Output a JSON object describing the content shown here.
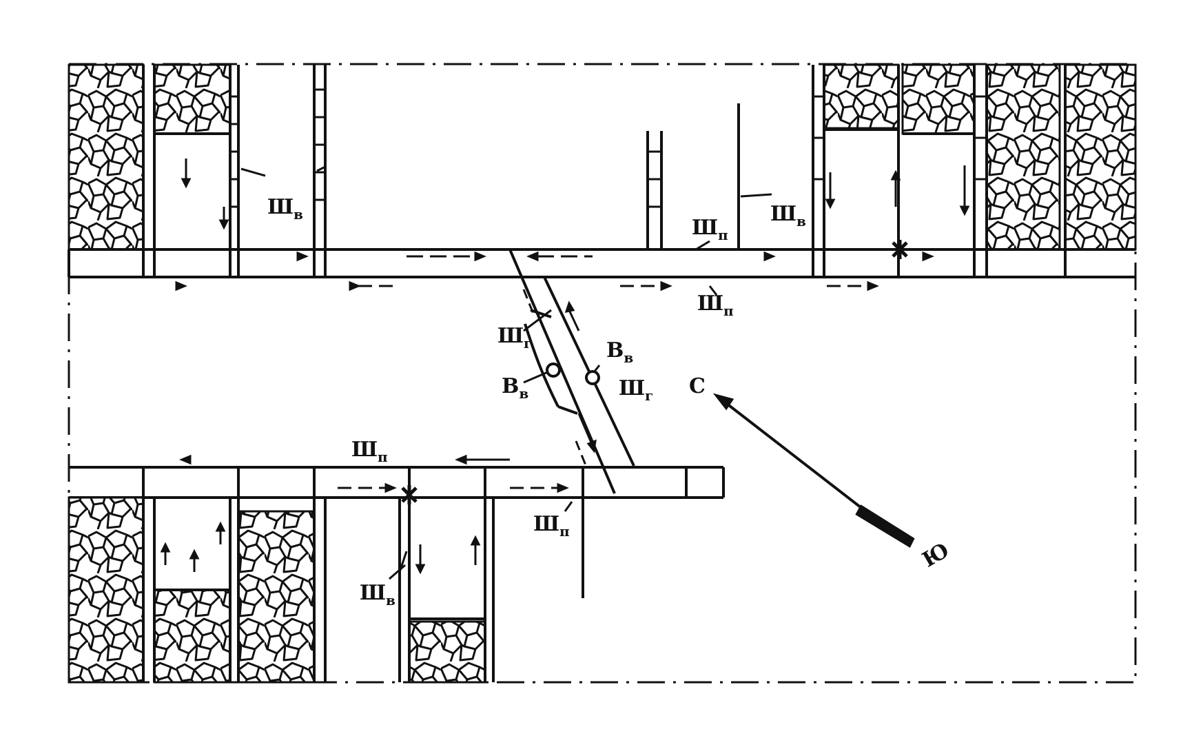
{
  "labels": {
    "sh_v": "Ш",
    "sh_v_sub": "в",
    "sh_p": "Ш",
    "sh_p_sub": "п",
    "sh_g": "Ш",
    "sh_g_sub": "г",
    "b_v": "В",
    "b_v_sub": "в",
    "north": "С",
    "south": "Ю"
  },
  "colors": {
    "ink": "#111111",
    "background": "#ffffff",
    "rock_fill": "#ffffff"
  }
}
